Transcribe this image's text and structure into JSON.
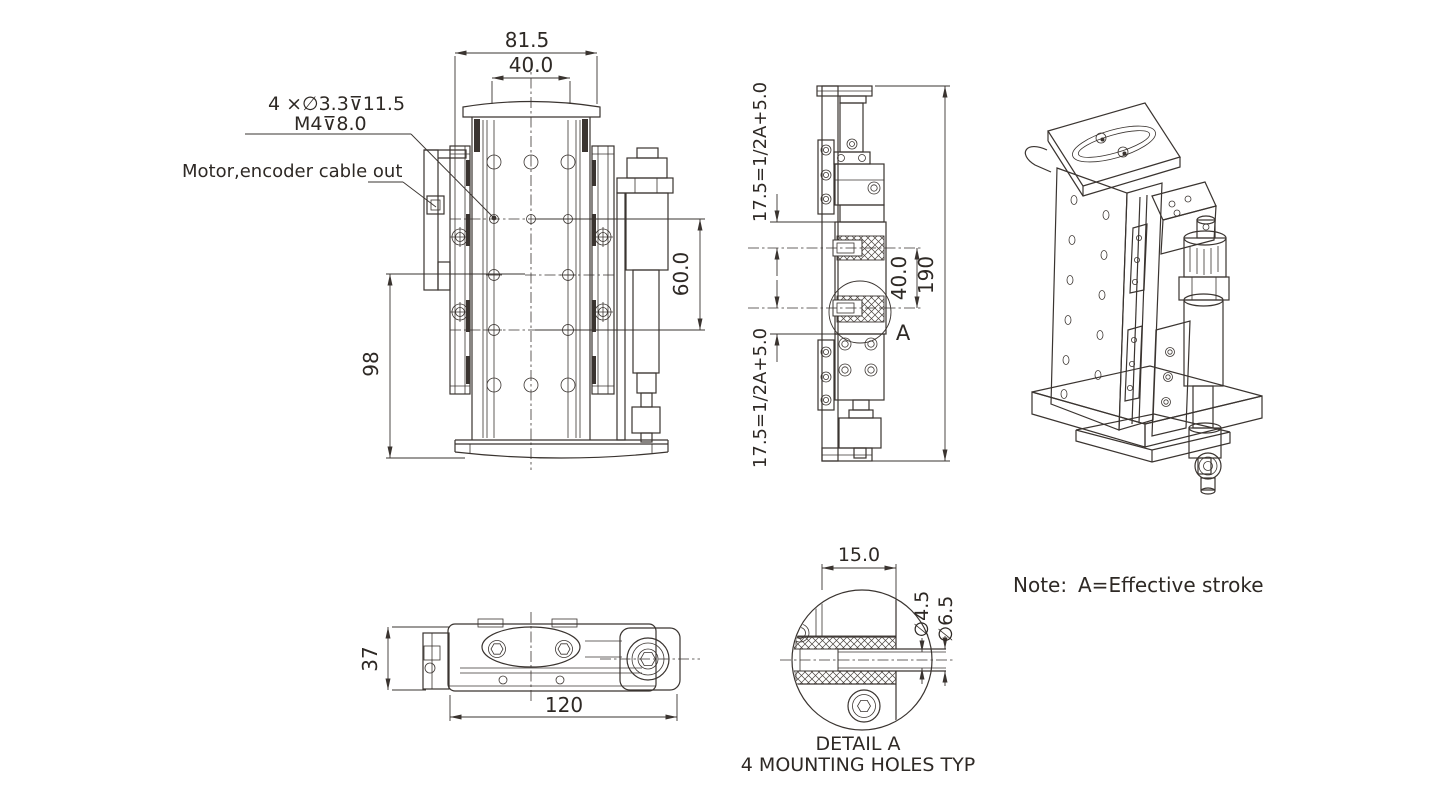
{
  "colors": {
    "background": "#ffffff",
    "line": "#3a3430",
    "text": "#2e2925"
  },
  "front_view": {
    "dim_width_outer": "81.5",
    "dim_width_inner": "40.0",
    "callout_holes": "4 ×∅3.3⊽11.5",
    "callout_thread": "M4⊽8.0",
    "label_cable": "Motor,encoder cable out",
    "dim_height_body": "98",
    "dim_center_height": "60.0"
  },
  "side_view": {
    "dim_offset_top": "17.5=1/2A+5.0",
    "dim_hole_spacing": "40.0",
    "dim_total_height": "190",
    "dim_offset_bottom": "17.5=1/2A+5.0",
    "detail_label": "A"
  },
  "top_view": {
    "dim_depth": "37",
    "dim_length": "120"
  },
  "detail_view": {
    "dim_pitch": "15.0",
    "dim_dia_inner": "∅4.5",
    "dim_dia_outer": "∅6.5",
    "title": "DETAIL A",
    "subtitle": "4 MOUNTING HOLES TYP"
  },
  "note": {
    "label": "Note:",
    "text": "A=Effective stroke"
  }
}
